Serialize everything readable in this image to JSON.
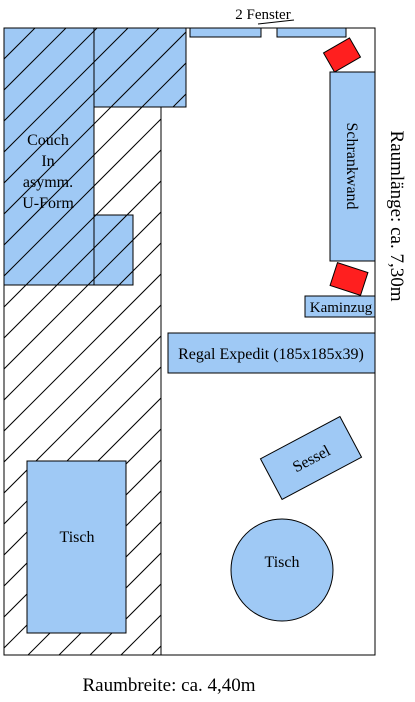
{
  "colors": {
    "furniture_fill": "#9fc9f5",
    "outline": "#000000",
    "ofen_fill": "#ff1f1f",
    "hatch": "#000000",
    "background": "#ffffff"
  },
  "labels": {
    "fenster": "2 Fenster",
    "couch_line1": "Couch",
    "couch_line2": "In",
    "couch_line3": "asymm.",
    "couch_line4": "U-Form",
    "tisch_left": "Tisch",
    "schrankwand": "Schrankwand",
    "kaminzug": "Kaminzug",
    "regal": "Regal Expedit (185x185x39)",
    "sessel": "Sessel",
    "tisch_round": "Tisch",
    "raumlaenge": "Raumlänge: ca. 7,30m",
    "raumbreite": "Raumbreite: ca. 4,40m"
  },
  "icons": {
    "hatched_area": "diagonal-hatch-pattern",
    "ofen": "red-square-icon"
  }
}
